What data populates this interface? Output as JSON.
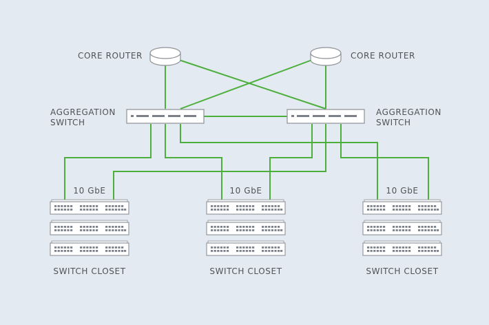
{
  "core_routers": [
    {
      "label": "CORE ROUTER"
    },
    {
      "label": "CORE ROUTER"
    }
  ],
  "aggregation_switches": [
    {
      "label_line1": "AGGREGATION",
      "label_line2": "SWITCH"
    },
    {
      "label_line1": "AGGREGATION",
      "label_line2": "SWITCH"
    }
  ],
  "switch_closets": [
    {
      "label": "SWITCH CLOSET",
      "uplink_label": "10 GbE"
    },
    {
      "label": "SWITCH CLOSET",
      "uplink_label": "10 GbE"
    },
    {
      "label": "SWITCH CLOSET",
      "uplink_label": "10 GbE"
    }
  ],
  "colors": {
    "background": "#e3eaf1",
    "link": "#4caf3c",
    "device_fill": "#ffffff",
    "device_stroke": "#8d9196",
    "port": "#7b8088",
    "text": "#4f5256"
  }
}
